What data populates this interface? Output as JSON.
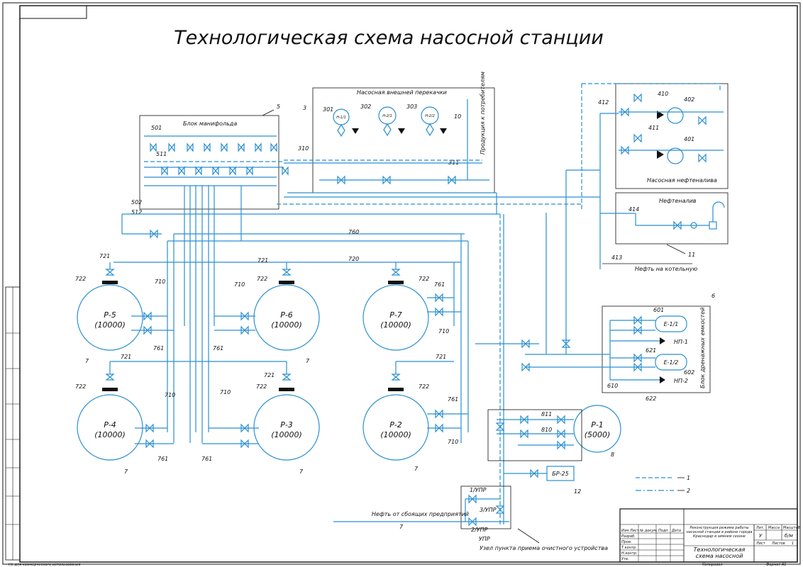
{
  "title": "Технологическая схема насосной станции",
  "blocks": {
    "manifold": "Блок манифольда",
    "ext_pumping": "Насосная внешней перекачки",
    "to_consumers": "Продукция к потребителям",
    "oil_pump": "Насосная нефтеналива",
    "oil_fill": "Нефтеналив",
    "boiler": "Нефть на котельную",
    "drain": "Блок дренажных емкостей",
    "treatment": "Узел пункта приема очистного устройства",
    "inflow": "Нефть от сбоящих предприятий",
    "upr": "УПР"
  },
  "tanks": [
    {
      "name": "Р-5",
      "cap": "(10000)"
    },
    {
      "name": "Р-6",
      "cap": "(10000)"
    },
    {
      "name": "Р-7",
      "cap": "(10000)"
    },
    {
      "name": "Р-4",
      "cap": "(10000)"
    },
    {
      "name": "Р-3",
      "cap": "(10000)"
    },
    {
      "name": "Р-2",
      "cap": "(10000)"
    },
    {
      "name": "Р-1",
      "cap": "(5000)"
    }
  ],
  "pumps": [
    "Н-1/1",
    "Н-2/1",
    "Н-2/2"
  ],
  "vessels": [
    "Е-1/1",
    "Е-1/2",
    "НП-1",
    "НП-2",
    "БР-25"
  ],
  "valve_labels": [
    "1/УПР",
    "2/УПР",
    "3/УПР"
  ],
  "numbers": {
    "n301": "301",
    "n302": "302",
    "n303": "303",
    "n3": "3",
    "n5": "5",
    "n10": "10",
    "n310": "310",
    "n311": "311",
    "n501": "501",
    "n511": "511",
    "n502": "502",
    "n512": "512",
    "n410": "410",
    "n411": "411",
    "n412": "412",
    "n402": "402",
    "n401": "401",
    "n414": "414",
    "n413": "413",
    "n11": "11",
    "n6": "6",
    "n601": "601",
    "n602": "602",
    "n621": "621",
    "n622": "622",
    "n610": "610",
    "n760": "760",
    "n720": "720",
    "n721": "721",
    "n722": "722",
    "n710": "710",
    "n761": "761",
    "n7": "7",
    "n811": "811",
    "n810": "810",
    "n8": "8",
    "n12": "12"
  },
  "legend": [
    "1",
    "2"
  ],
  "stamp": {
    "project": "Реконструкция режима работы насосной станции в районе города Краснодар в зимнем сезоне",
    "sheet_title": "Технологическая схема насосной станции",
    "col_lit": "Лит.",
    "col_mass": "Масса",
    "col_scale": "Масштаб",
    "lit_value": "У",
    "scale_value": "б/м",
    "sheet": "Лист",
    "sheets": "Листов",
    "sheets_value": "1",
    "rows": [
      "Изм.",
      "Лист",
      "№ докум.",
      "Подп.",
      "Дата",
      "Разраб.",
      "Пров.",
      "Т.контр.",
      "Н.контр.",
      "Утв."
    ],
    "copied": "Копировал",
    "format": "Формат А1"
  },
  "side_stamp": "Не для коммерческого использования"
}
